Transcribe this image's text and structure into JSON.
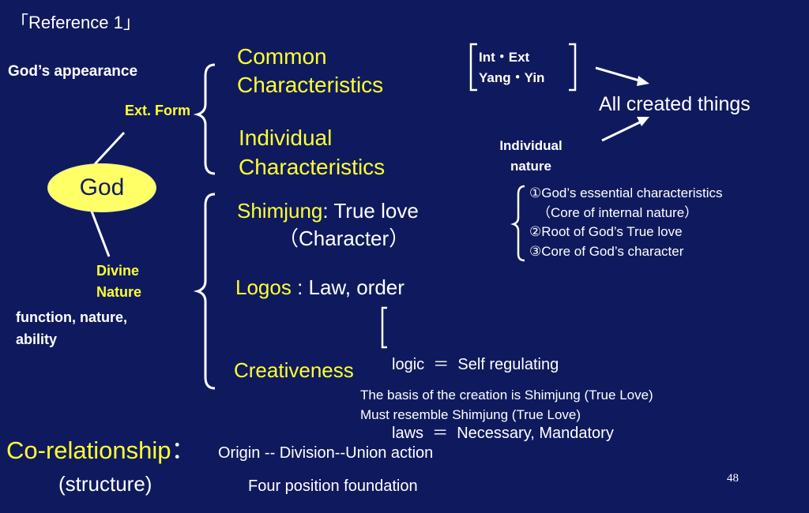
{
  "reference": "「Reference 1」",
  "god": {
    "label": "God",
    "appearance": "God’s appearance",
    "ext_form": "Ext. Form",
    "divine_nature": [
      "Divine",
      "Nature"
    ],
    "function": [
      "function, nature,",
      "ability"
    ]
  },
  "common": {
    "title": [
      "Common",
      "Characteristics"
    ],
    "pair": [
      "Int・Ext",
      "Yang・Yin"
    ]
  },
  "individual": {
    "title": [
      "Individual",
      "Characteristics"
    ],
    "nature": [
      "Individual",
      "nature"
    ]
  },
  "all_created": "All created things",
  "shimjung": {
    "label": "Shimjung",
    "rest": ": True love",
    "character": "（Character）",
    "points": [
      "①God’s essential characteristics",
      "（Core of internal nature）",
      "②Root of God’s True love",
      "③Core of God’s character"
    ]
  },
  "logos": {
    "label": "Logos",
    "rest": " : Law, order",
    "lines": [
      "logic  ＝  Self regulating",
      "laws  ＝  Necessary, Mandatory"
    ]
  },
  "creativeness": {
    "label": "Creativeness",
    "lines": [
      "The basis of the creation is Shimjung (True Love)",
      "Must resemble Shimjung (True Love)"
    ]
  },
  "corelationship": {
    "label": "Co-relationship",
    "colon": "：",
    "structure": "(structure)",
    "line1": "Origin -- Division--Union action",
    "line2": "Four position foundation"
  },
  "page_number": "48",
  "colors": {
    "background": "#0f1a5e",
    "accent": "#ffff33",
    "text": "#ffffff",
    "oval": "#ffff66"
  }
}
